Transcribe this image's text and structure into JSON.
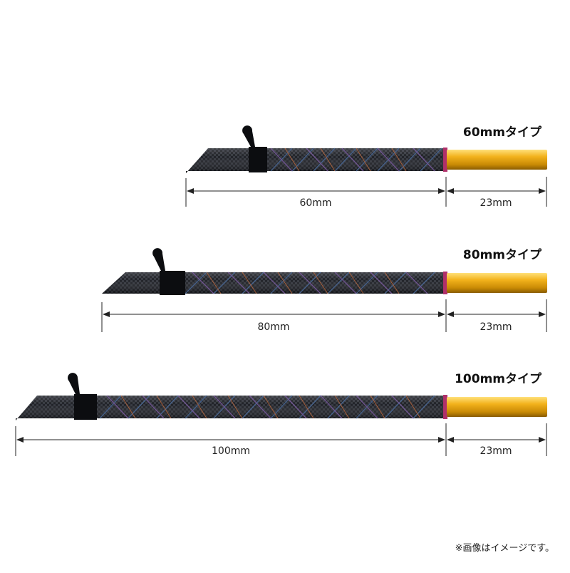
{
  "variants": [
    {
      "title": "60mmタイプ",
      "grip_label": "60mm",
      "tip_label": "23mm"
    },
    {
      "title": "80mmタイプ",
      "grip_label": "80mm",
      "tip_label": "23mm"
    },
    {
      "title": "100mmタイプ",
      "grip_label": "100mm",
      "tip_label": "23mm"
    }
  ],
  "note": "※画像はイメージです。",
  "colors": {
    "carbon_dark": "#15171d",
    "carbon_light": "#3a3e48",
    "wrap_blue": "#4a6a9a",
    "wrap_orange": "#c46a3a",
    "wrap_purple": "#7a5aa0",
    "gold": "#e0a10a",
    "gold_light": "#ffd75a",
    "dimension_line": "#222222"
  }
}
